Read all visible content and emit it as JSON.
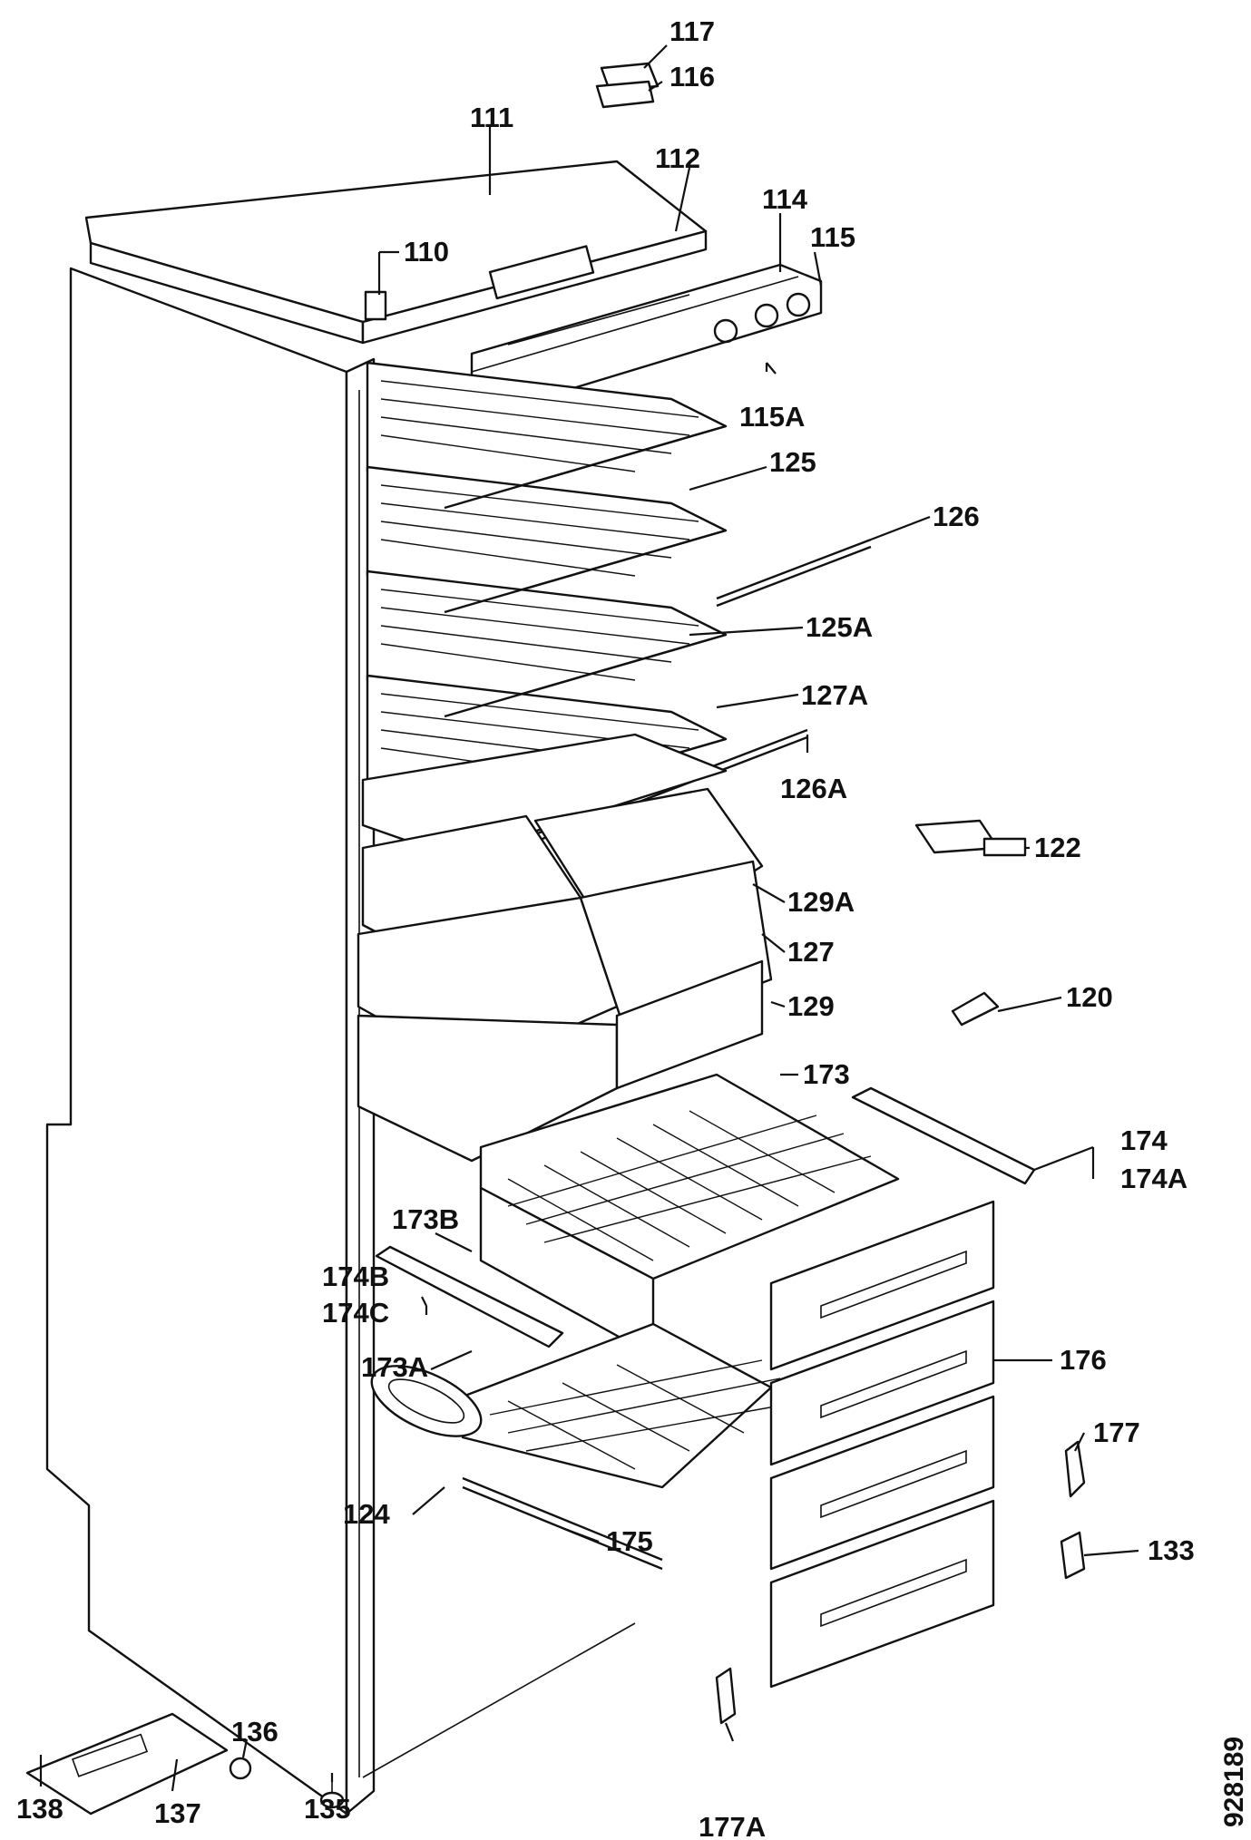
{
  "drawing_number": "928189",
  "labels": {
    "p117": "117",
    "p116": "116",
    "p111": "111",
    "p112": "112",
    "p114": "114",
    "p115": "115",
    "p110": "110",
    "p115A": "115A",
    "p125": "125",
    "p126": "126",
    "p125A": "125A",
    "p127A": "127A",
    "p126A": "126A",
    "p122": "122",
    "p129A": "129A",
    "p127": "127",
    "p129": "129",
    "p120": "120",
    "p173": "173",
    "p174": "174",
    "p174A": "174A",
    "p173B": "173B",
    "p174B": "174B",
    "p174C": "174C",
    "p173A": "173A",
    "p176": "176",
    "p177": "177",
    "p133": "133",
    "p124": "124",
    "p175": "175",
    "p138": "138",
    "p137": "137",
    "p136": "136",
    "p135": "135",
    "p177A": "177A"
  }
}
